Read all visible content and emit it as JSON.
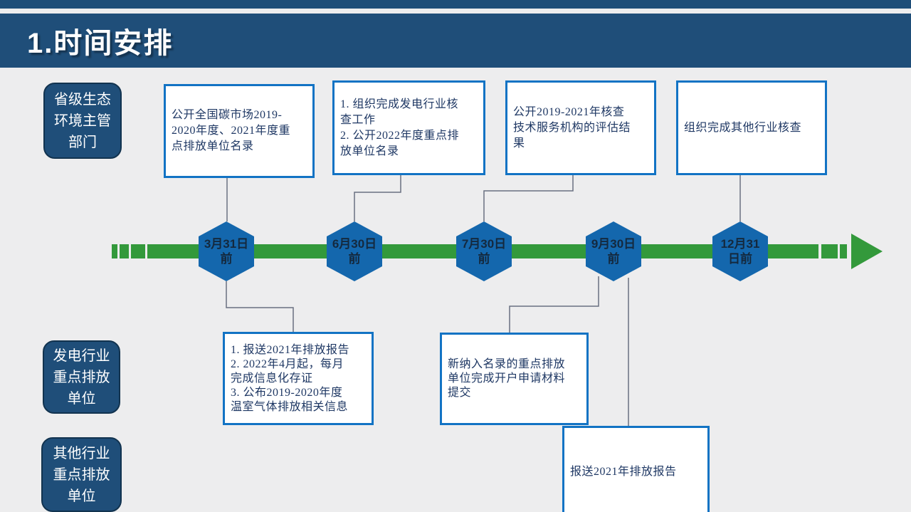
{
  "header": {
    "title": "1.时间安排"
  },
  "lanes": [
    {
      "id": "provincial-authority",
      "label": "省级生态\n环境主管\n部门"
    },
    {
      "id": "power-generation-units",
      "label": "发电行业\n重点排放\n单位"
    },
    {
      "id": "other-industry-units",
      "label": "其他行业\n重点排放\n单位"
    }
  ],
  "timeline": {
    "direction": "left-to-right",
    "milestones": [
      {
        "date": "3月31日\n前"
      },
      {
        "date": "6月30日\n前"
      },
      {
        "date": "7月30日\n前"
      },
      {
        "date": "9月30日\n前"
      },
      {
        "date": "12月31\n日前"
      }
    ]
  },
  "callouts_top": [
    {
      "linked_milestone": "3月31日前",
      "text": "公开全国碳市场2019-\n2020年度、2021年度重\n点排放单位名录"
    },
    {
      "linked_milestone": "6月30日前",
      "text": "1. 组织完成发电行业核\n查工作\n2. 公开2022年度重点排\n放单位名录"
    },
    {
      "linked_milestone": "7月30日前",
      "text": "公开2019-2021年核查\n技术服务机构的评估结\n果"
    },
    {
      "linked_milestone": "12月31日前",
      "text": "组织完成其他行业核查"
    }
  ],
  "callouts_bottom": [
    {
      "linked_milestone": "3月31日前",
      "text": "1. 报送2021年排放报告\n2. 2022年4月起，每月\n完成信息化存证\n3. 公布2019-2020年度\n温室气体排放相关信息"
    },
    {
      "linked_milestone": "9月30日前",
      "text": "新纳入名录的重点排放\n单位完成开户申请材料\n提交"
    },
    {
      "linked_milestone": "9月30日前",
      "text": "报送2021年排放报告"
    }
  ],
  "colors": {
    "header_blue": "#1F4E79",
    "hexagon_blue": "#1467AD",
    "timeline_green": "#33993B",
    "callout_border_blue": "#1273C4",
    "callout_text_navy": "#1F3864",
    "connector_gray": "#6A7080",
    "background": "#EDEDEE"
  }
}
